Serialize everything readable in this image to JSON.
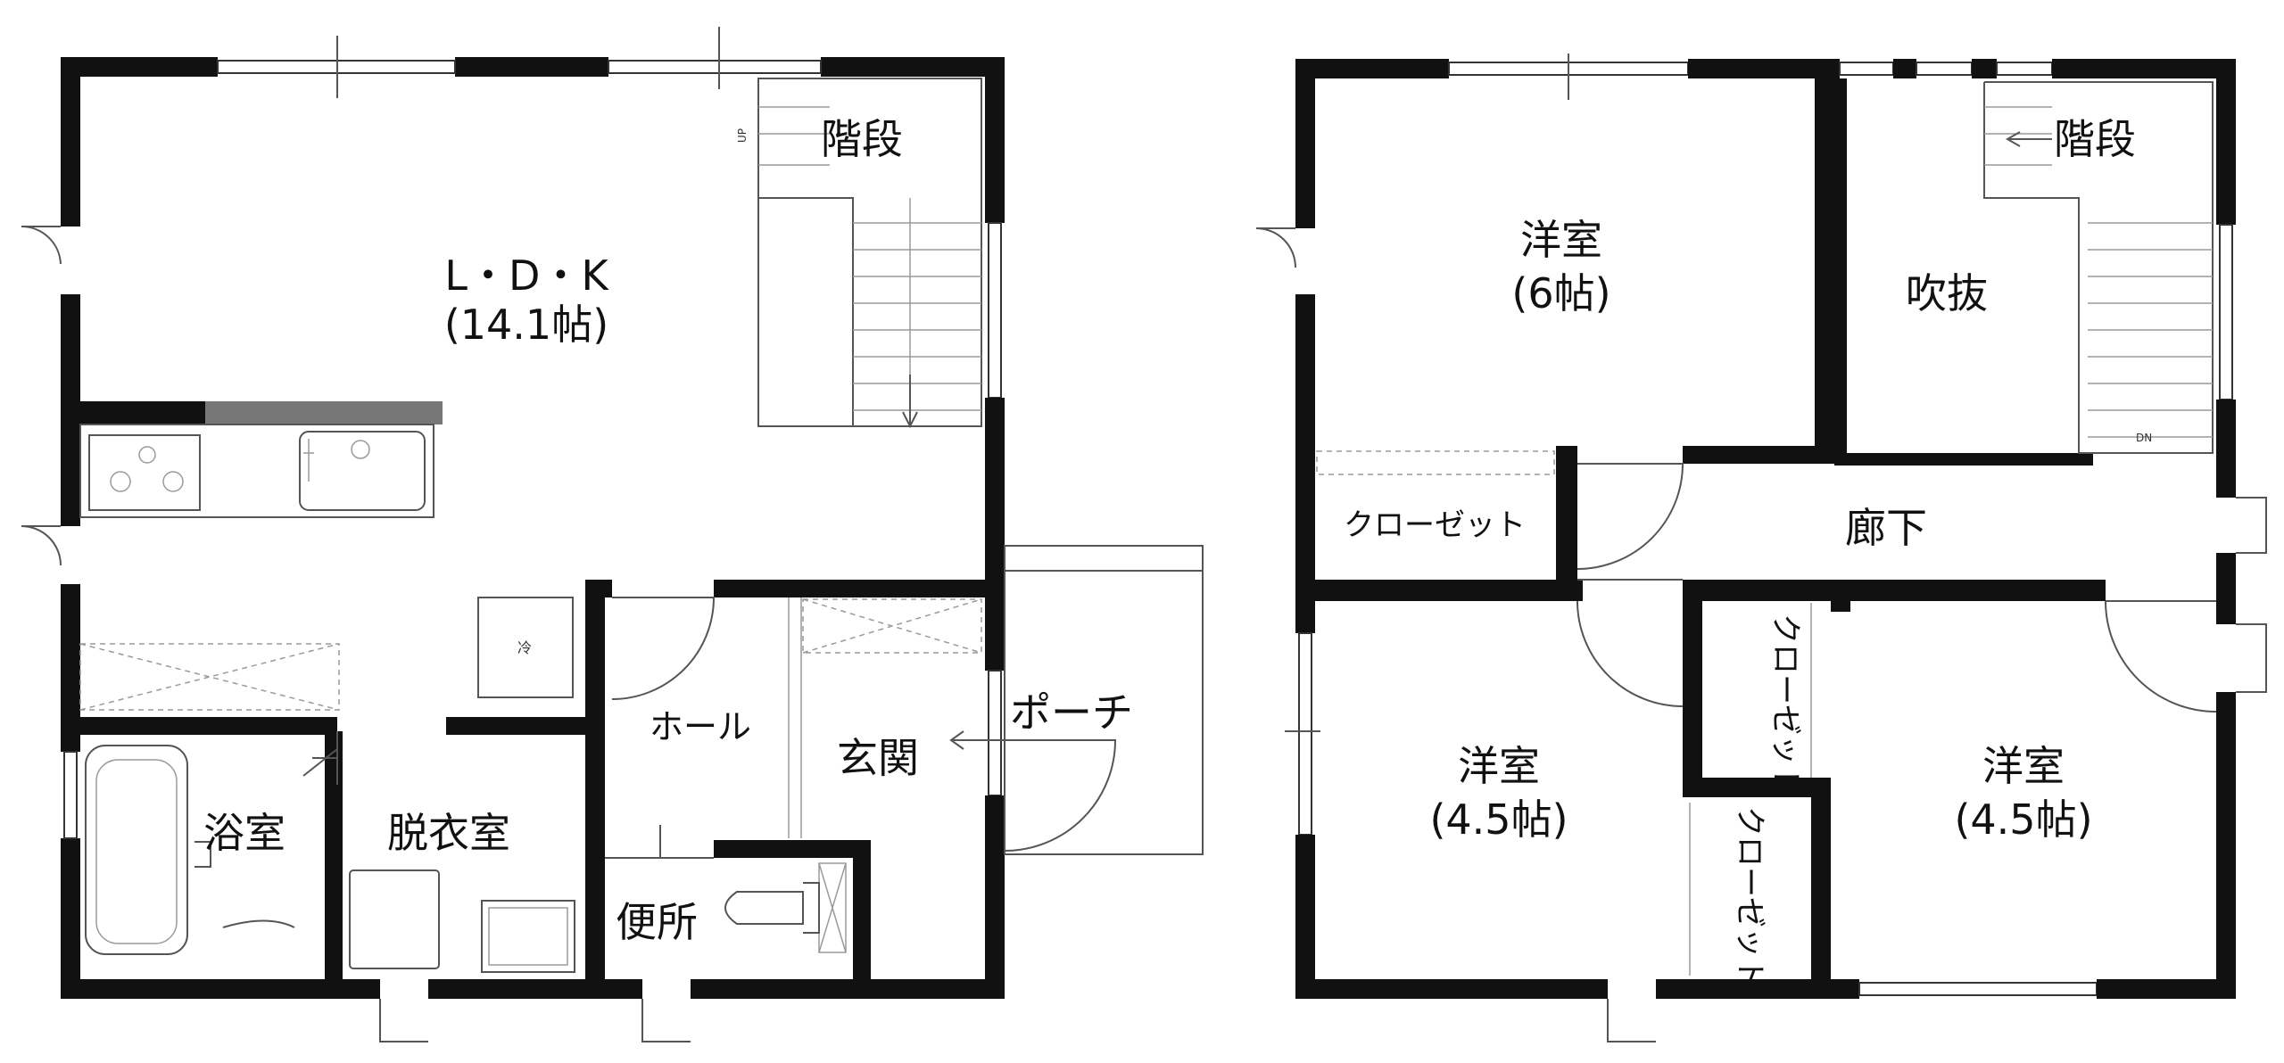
{
  "floor1": {
    "ldk": {
      "name": "L・D・K",
      "size": "(14.1帖)"
    },
    "stairs": "階段",
    "stairs_up": "UP",
    "fridge": "冷",
    "hall": "ホール",
    "entrance": "玄関",
    "porch": "ポーチ",
    "bath": "浴室",
    "dressing": "脱衣室",
    "toilet": "便所"
  },
  "floor2": {
    "room_a": {
      "name": "洋室",
      "size": "(6帖)"
    },
    "atrium": "吹抜",
    "stairs": "階段",
    "stairs_dn": "DN",
    "closet_1": "クローゼット",
    "corridor": "廊下",
    "closet_2": "クローゼット",
    "closet_3": "クローゼット",
    "room_b": {
      "name": "洋室",
      "size": "(4.5帖)"
    },
    "room_c": {
      "name": "洋室",
      "size": "(4.5帖)"
    }
  }
}
